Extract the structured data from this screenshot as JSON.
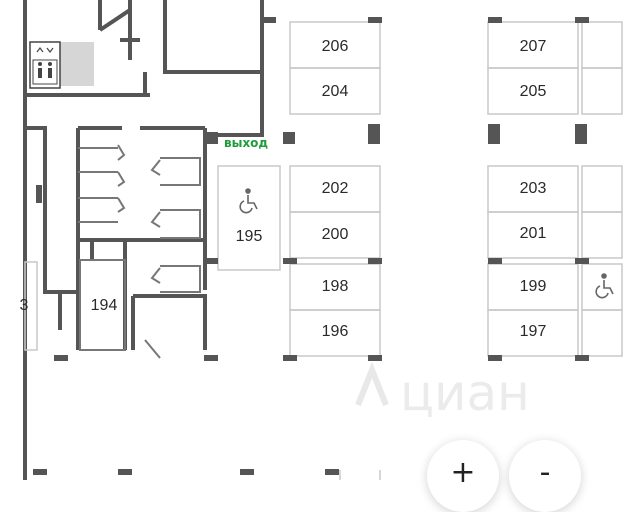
{
  "map": {
    "exit_label": "выход",
    "watermark": "циан",
    "parking_spots": [
      "206",
      "204",
      "207",
      "205",
      "202",
      "200",
      "203",
      "201",
      "198",
      "196",
      "199",
      "197",
      "195",
      "194"
    ],
    "partial_label": "3",
    "icons": [
      "elevator-icon",
      "wheelchair-icon"
    ]
  },
  "controls": {
    "zoom_in": "+",
    "zoom_out": "-"
  },
  "colors": {
    "walls": "#555555",
    "pillars": "#555555",
    "spot_lines": "#c8c8c8",
    "exit": "#1f9d3a",
    "watermark": "#e9e9e9"
  }
}
